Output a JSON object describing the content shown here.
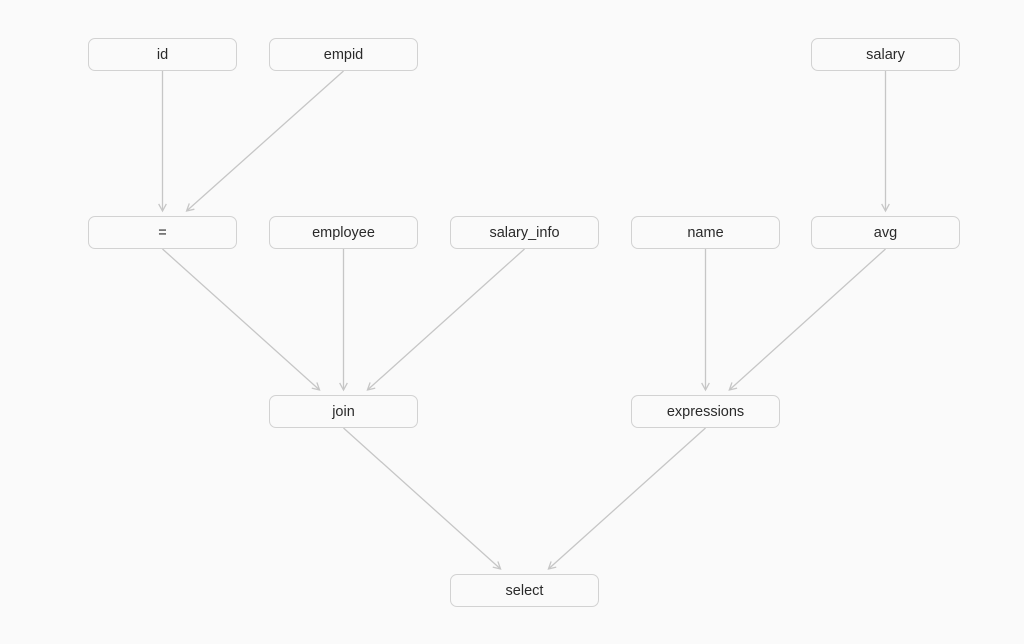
{
  "diagram": {
    "nodes": [
      {
        "id": "n-id",
        "label": "id"
      },
      {
        "id": "n-empid",
        "label": "empid"
      },
      {
        "id": "n-salary",
        "label": "salary"
      },
      {
        "id": "n-eq",
        "label": "="
      },
      {
        "id": "n-employee",
        "label": "employee"
      },
      {
        "id": "n-salary-info",
        "label": "salary_info"
      },
      {
        "id": "n-name",
        "label": "name"
      },
      {
        "id": "n-avg",
        "label": "avg"
      },
      {
        "id": "n-join",
        "label": "join"
      },
      {
        "id": "n-expressions",
        "label": "expressions"
      },
      {
        "id": "n-select",
        "label": "select"
      }
    ],
    "edges": [
      {
        "from": "n-id",
        "to": "n-eq"
      },
      {
        "from": "n-empid",
        "to": "n-eq"
      },
      {
        "from": "n-salary",
        "to": "n-avg"
      },
      {
        "from": "n-eq",
        "to": "n-join"
      },
      {
        "from": "n-employee",
        "to": "n-join"
      },
      {
        "from": "n-salary-info",
        "to": "n-join"
      },
      {
        "from": "n-name",
        "to": "n-expressions"
      },
      {
        "from": "n-avg",
        "to": "n-expressions"
      },
      {
        "from": "n-join",
        "to": "n-select"
      },
      {
        "from": "n-expressions",
        "to": "n-select"
      }
    ],
    "colors": {
      "node_border": "#d2d2d2",
      "edge": "#c6c6c6",
      "text": "#2a2a2a",
      "background": "#fafafa"
    }
  }
}
